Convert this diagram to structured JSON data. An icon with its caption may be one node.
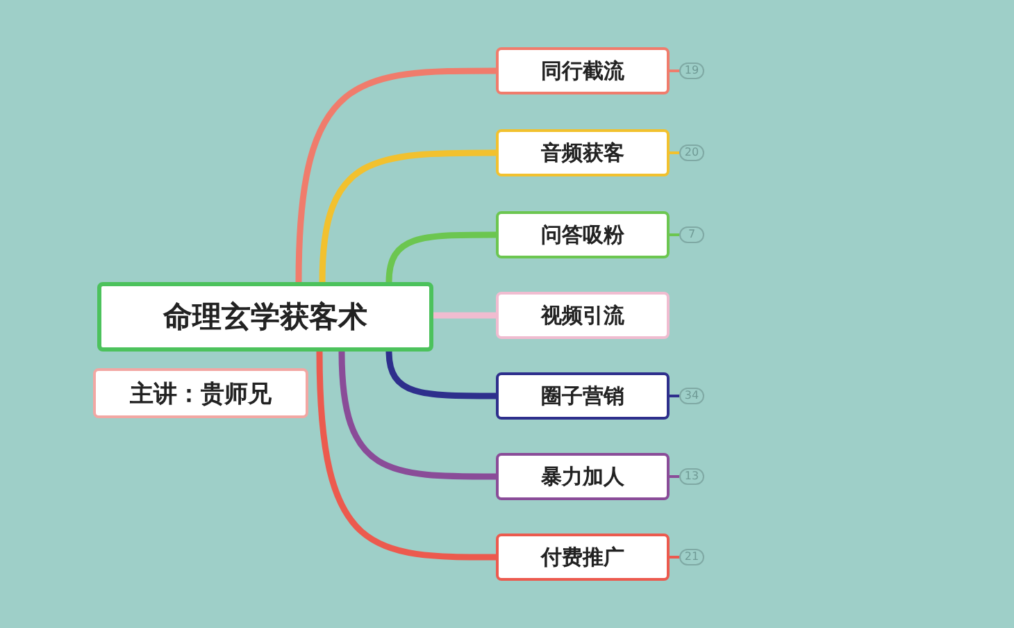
{
  "diagram": {
    "nodes": [
      {
        "text": [
          "命理玄学获客术"
        ]
      },
      {
        "text": [
          "主讲：贵师兄"
        ]
      },
      {
        "text": [
          "同行截流"
        ],
        "beside": [
          "19"
        ]
      },
      {
        "text": [
          "音频获客"
        ],
        "beside": [
          "20"
        ]
      },
      {
        "text": [
          "问答吸粉"
        ],
        "beside": [
          "7"
        ]
      },
      {
        "text": [
          "视频引流"
        ]
      },
      {
        "text": [
          "圈子营销"
        ],
        "beside": [
          "34"
        ]
      },
      {
        "text": [
          "暴力加人"
        ],
        "beside": [
          "13"
        ]
      },
      {
        "text": [
          "付费推广"
        ],
        "beside": [
          "21"
        ]
      }
    ],
    "edges": [
      {
        "from": 0,
        "to": 2,
        "arrow": "none",
        "color": "#f07c6c"
      },
      {
        "from": 0,
        "to": 3,
        "arrow": "none",
        "color": "#f2c12e"
      },
      {
        "from": 0,
        "to": 4,
        "arrow": "none",
        "color": "#6cc650"
      },
      {
        "from": 0,
        "to": 5,
        "arrow": "none",
        "color": "#f0bcd0"
      },
      {
        "from": 0,
        "to": 6,
        "arrow": "none",
        "color": "#2e2f8c"
      },
      {
        "from": 0,
        "to": 7,
        "arrow": "none",
        "color": "#8a4c98"
      },
      {
        "from": 0,
        "to": 8,
        "arrow": "none",
        "color": "#ec5a4e"
      }
    ]
  }
}
